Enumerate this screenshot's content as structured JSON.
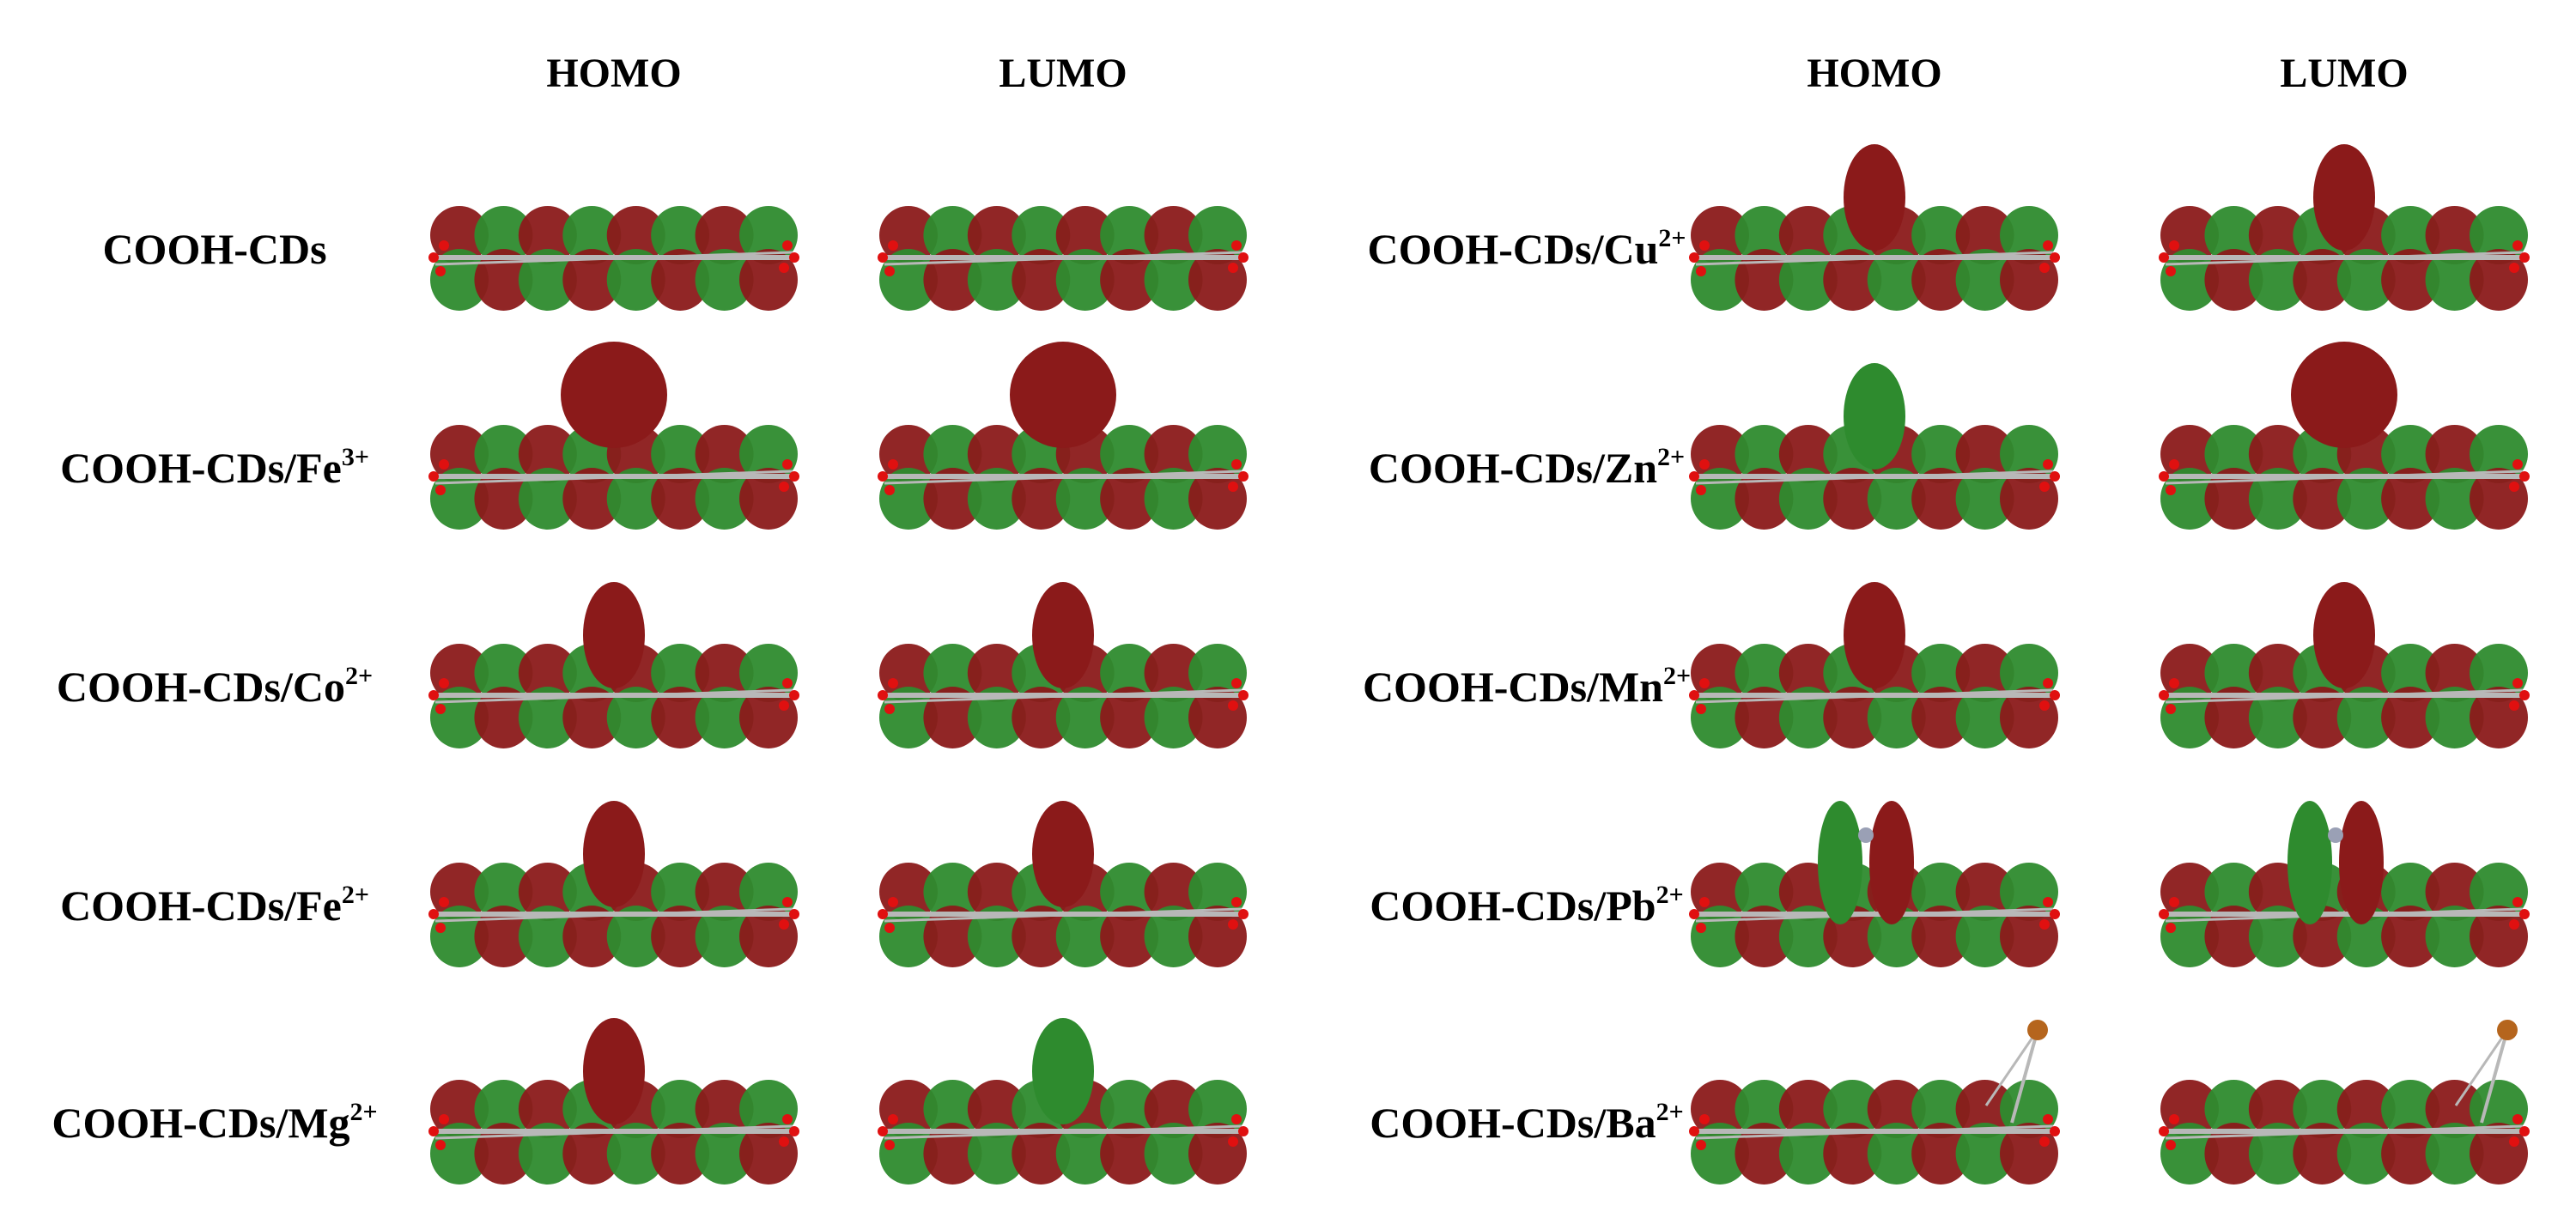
{
  "columns": [
    {
      "id": "left-homo",
      "header": "HOMO"
    },
    {
      "id": "left-lumo",
      "header": "LUMO"
    },
    {
      "id": "right-homo",
      "header": "HOMO"
    },
    {
      "id": "right-lumo",
      "header": "LUMO"
    }
  ],
  "rows_left": [
    {
      "name": "COOH-CDs",
      "ion": "",
      "homo_lobe": "none",
      "lumo_lobe": "none"
    },
    {
      "name": "COOH-CDs/Fe",
      "ion": "3+",
      "homo_lobe": "sphere",
      "lumo_lobe": "sphere"
    },
    {
      "name": "COOH-CDs/Co",
      "ion": "2+",
      "homo_lobe": "red",
      "lumo_lobe": "red"
    },
    {
      "name": "COOH-CDs/Fe",
      "ion": "2+",
      "homo_lobe": "red",
      "lumo_lobe": "red"
    },
    {
      "name": "COOH-CDs/Mg",
      "ion": "2+",
      "homo_lobe": "red",
      "lumo_lobe": "green"
    }
  ],
  "rows_right": [
    {
      "name": "COOH-CDs/Cu",
      "ion": "2+",
      "homo_lobe": "red",
      "lumo_lobe": "red"
    },
    {
      "name": "COOH-CDs/Zn",
      "ion": "2+",
      "homo_lobe": "green",
      "lumo_lobe": "sphere"
    },
    {
      "name": "COOH-CDs/Mn",
      "ion": "2+",
      "homo_lobe": "red",
      "lumo_lobe": "red"
    },
    {
      "name": "COOH-CDs/Pb",
      "ion": "2+",
      "homo_lobe": "double",
      "lumo_lobe": "double"
    },
    {
      "name": "COOH-CDs/Ba",
      "ion": "2+",
      "homo_lobe": "side",
      "lumo_lobe": "side"
    }
  ],
  "colors": {
    "lobe_red": "#8b1a1a",
    "lobe_green": "#2e8b2e",
    "atom_red": "#e01010",
    "bond": "#b8b8b8",
    "ba_atom": "#b5651d"
  }
}
